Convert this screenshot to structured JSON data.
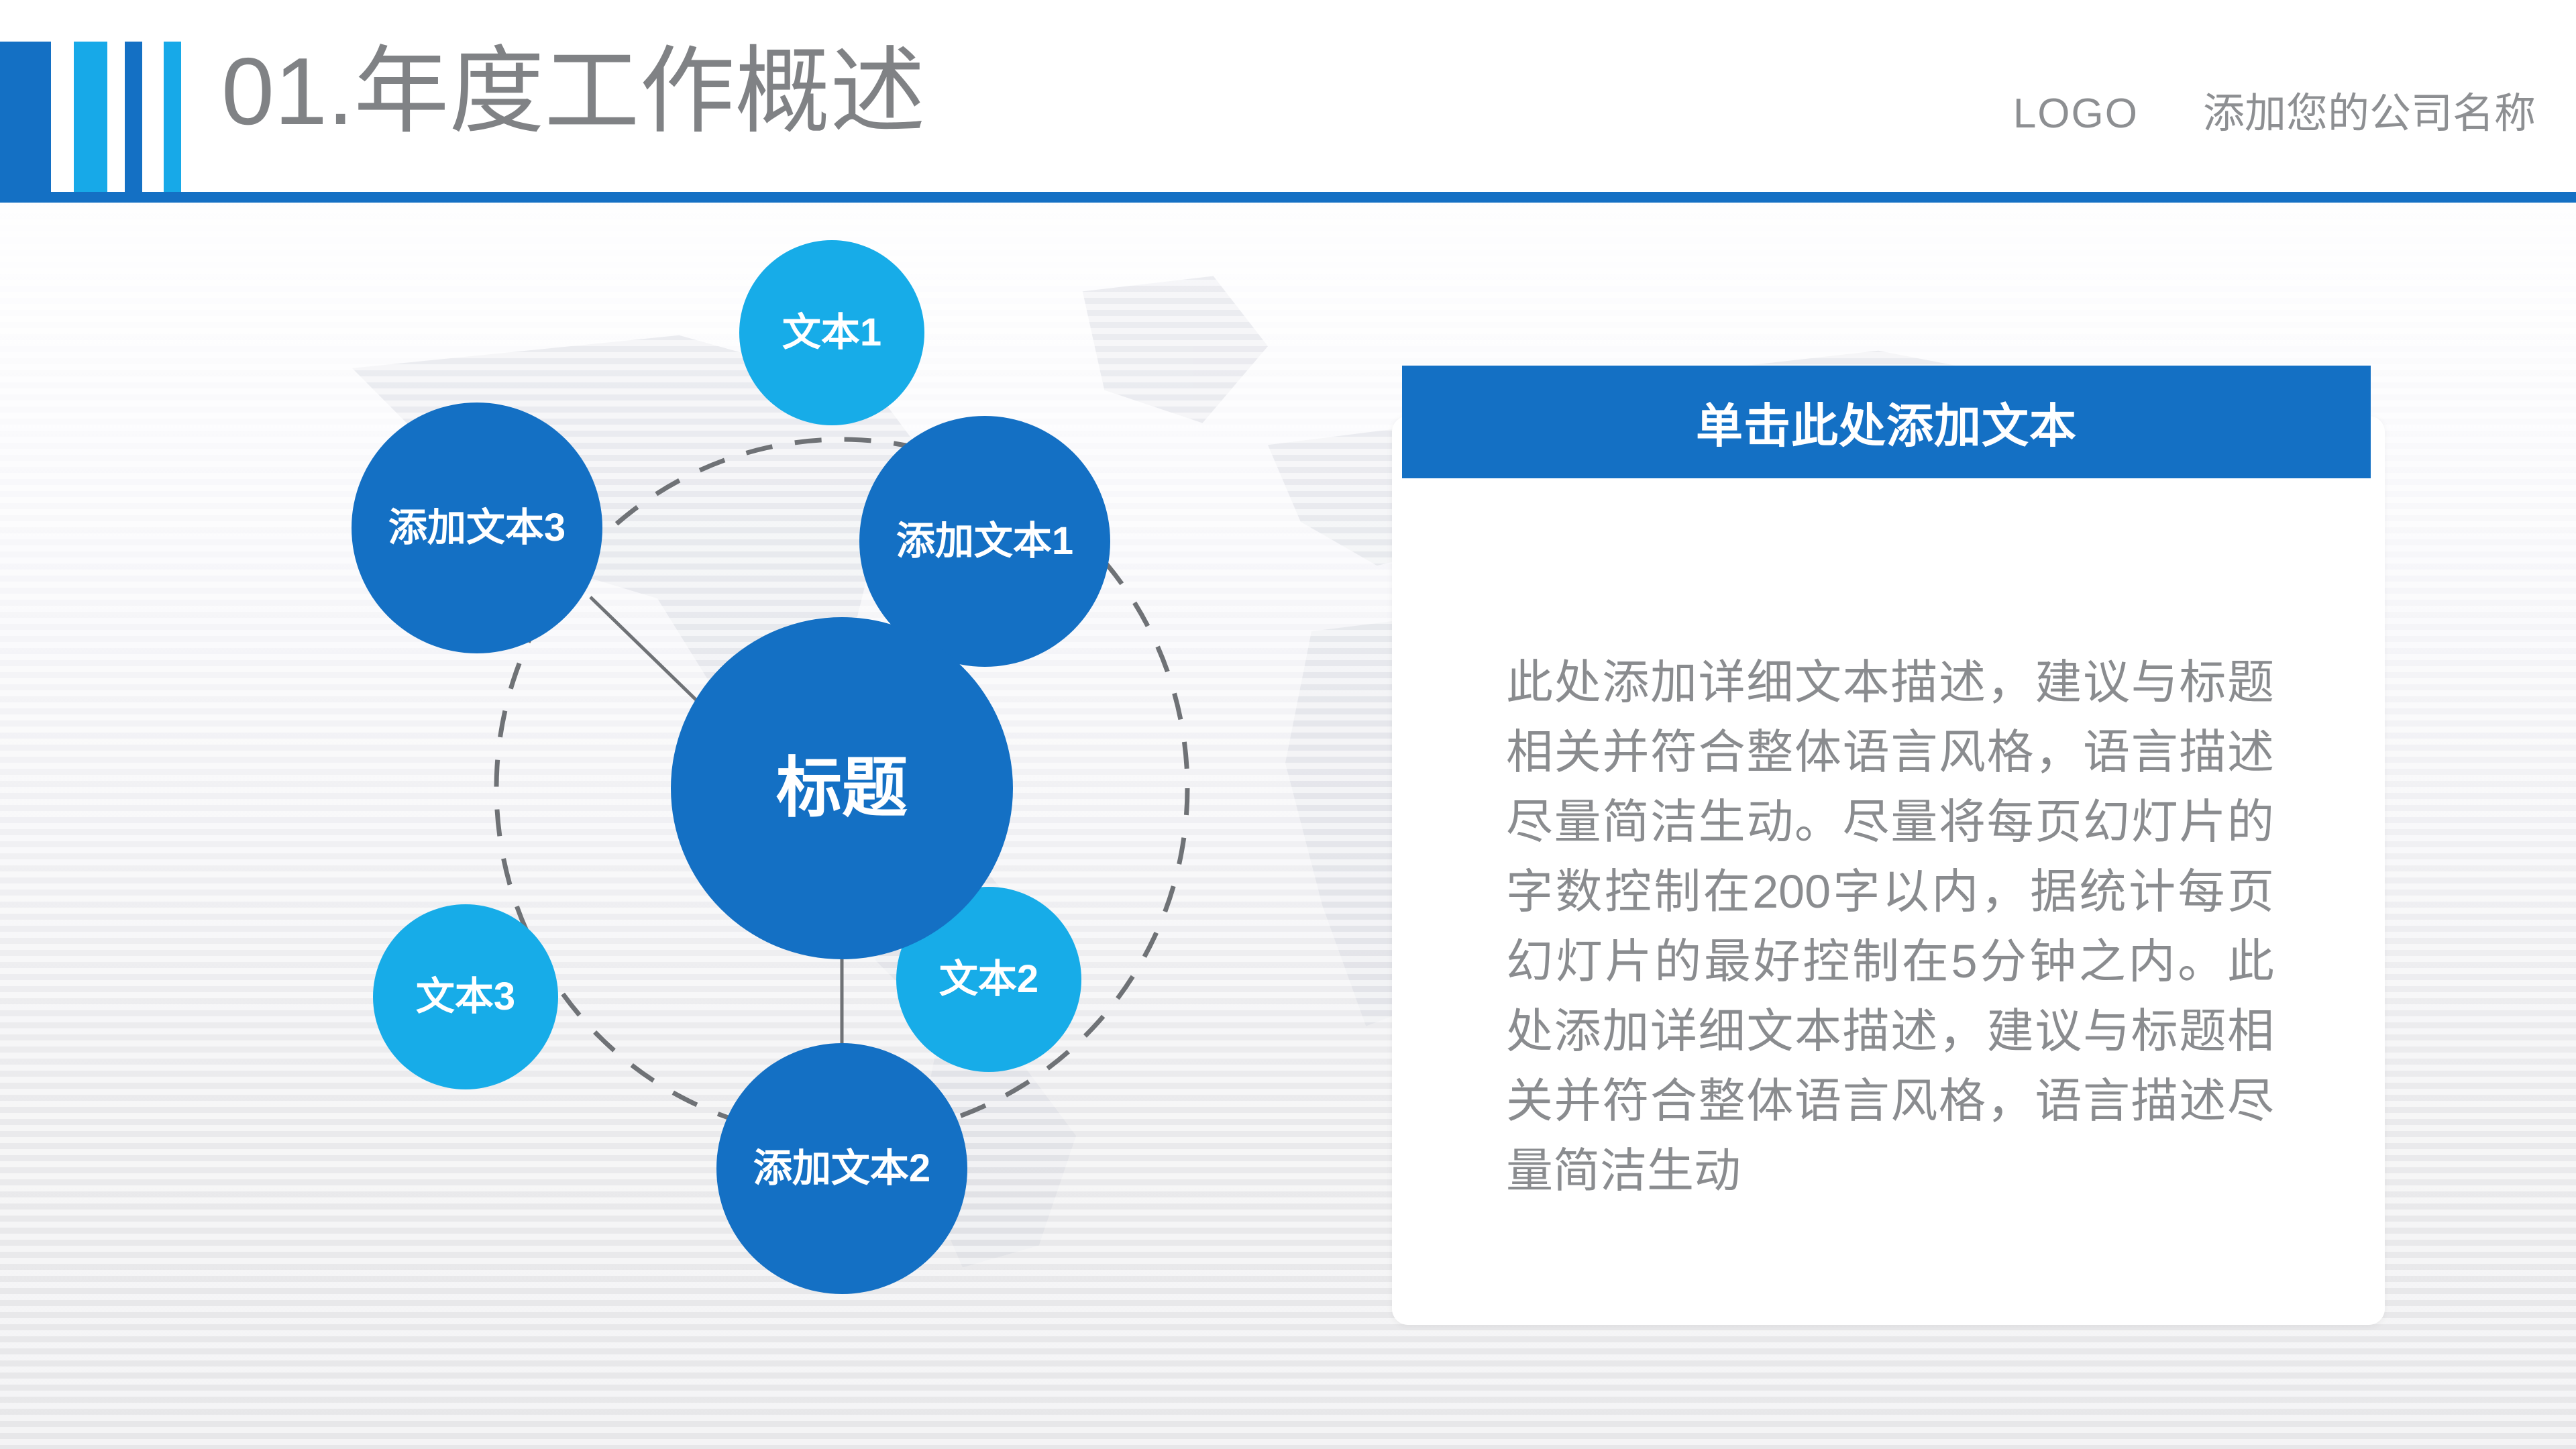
{
  "header": {
    "title": "01.年度工作概述",
    "logo": "LOGO",
    "company": "添加您的公司名称",
    "accent_dark": "#1470C4",
    "accent_light": "#17ACE8",
    "title_color": "#808285"
  },
  "diagram": {
    "center": {
      "label": "标题",
      "color": "#1470C4"
    },
    "nodes": [
      {
        "id": "text1",
        "label": "文本1",
        "color": "#17ACE8",
        "position": "top"
      },
      {
        "id": "add1",
        "label": "添加文本1",
        "color": "#1470C4",
        "position": "upper-right"
      },
      {
        "id": "text2",
        "label": "文本2",
        "color": "#17ACE8",
        "position": "lower-right"
      },
      {
        "id": "add2",
        "label": "添加文本2",
        "color": "#1470C4",
        "position": "bottom"
      },
      {
        "id": "text3",
        "label": "文本3",
        "color": "#17ACE8",
        "position": "lower-left"
      },
      {
        "id": "add3",
        "label": "添加文本3",
        "color": "#1470C4",
        "position": "upper-left"
      }
    ]
  },
  "panel": {
    "banner": "单击此处添加文本",
    "body": "此处添加详细文本描述，建议与标题相关并符合整体语言风格，语言描述尽量简洁生动。尽量将每页幻灯片的字数控制在200字以内，据统计每页幻灯片的最好控制在5分钟之内。此处添加详细文本描述，建议与标题相关并符合整体语言风格，语言描述尽量简洁生动",
    "banner_color": "#1470C4",
    "body_color": "#8a8c8f"
  }
}
